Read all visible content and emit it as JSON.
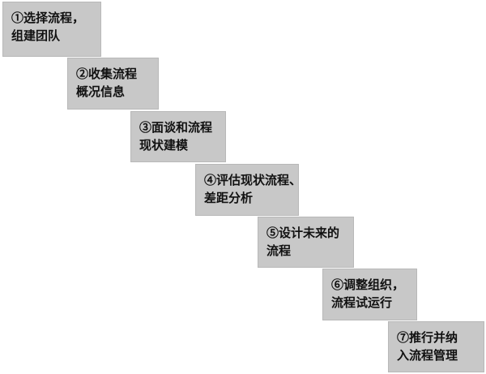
{
  "steps": [
    {
      "line1": "①选择流程，",
      "line2": "组建团队"
    },
    {
      "line1": "②收集流程",
      "line2": "概况信息"
    },
    {
      "line1": "③面谈和流程",
      "line2": "现状建模"
    },
    {
      "line1": "④评估现状流程、",
      "line2": "差距分析"
    },
    {
      "line1": "⑤设计未来的",
      "line2": "流程"
    },
    {
      "line1": "⑥调整组织，",
      "line2": "流程试运行"
    },
    {
      "line1": "⑦推行并纳",
      "line2": "入流程管理"
    }
  ]
}
